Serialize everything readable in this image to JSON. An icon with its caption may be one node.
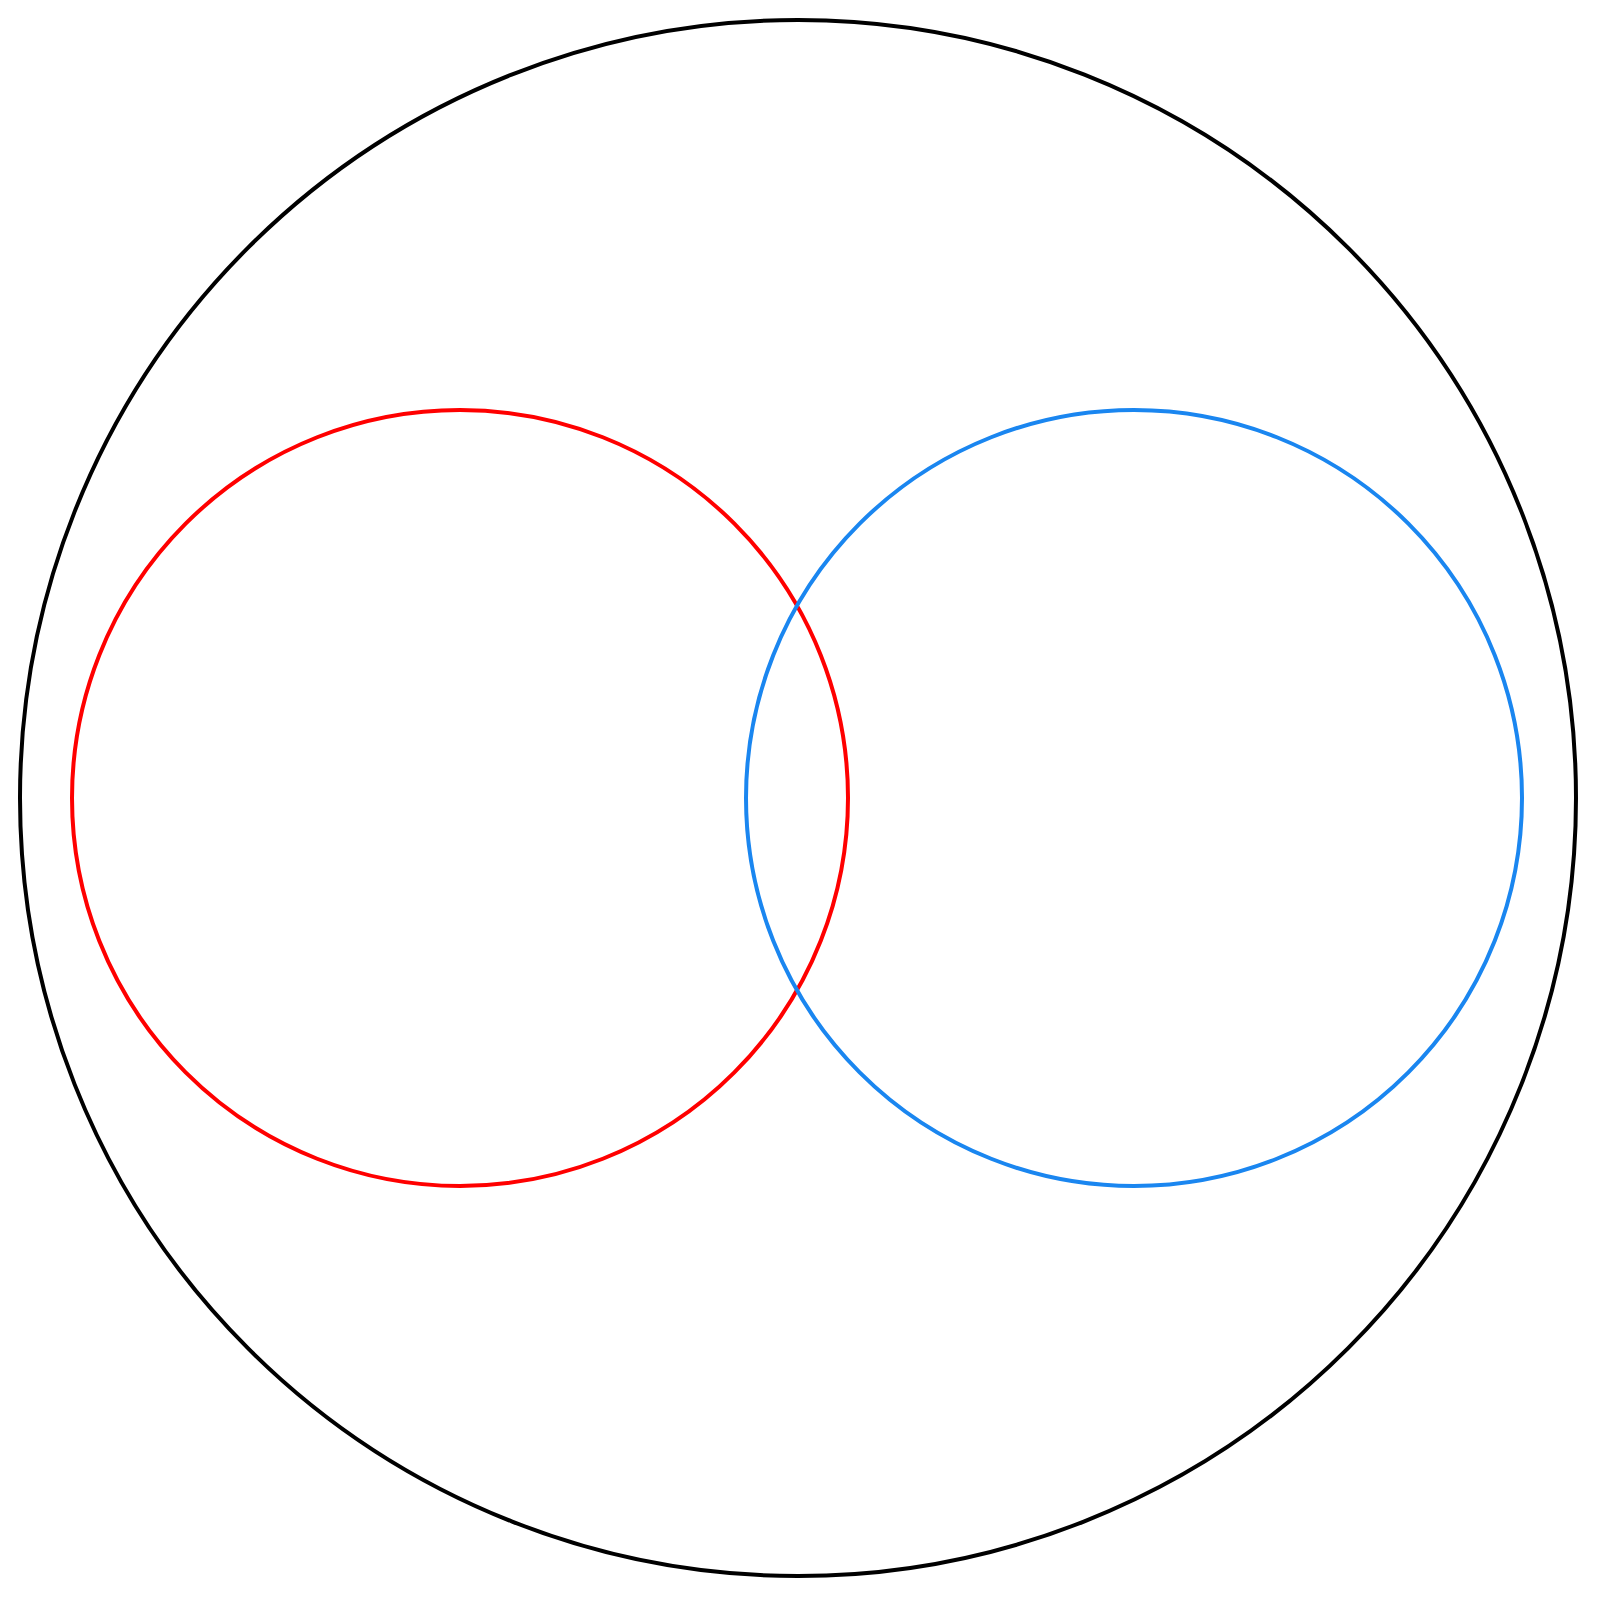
{
  "diagram": {
    "nodes": [
      {
        "text": [],
        "shape": "circle"
      },
      {
        "text": [],
        "shape": "circle",
        "in": 0
      },
      {
        "text": [],
        "shape": "circle",
        "in": 0
      }
    ]
  }
}
